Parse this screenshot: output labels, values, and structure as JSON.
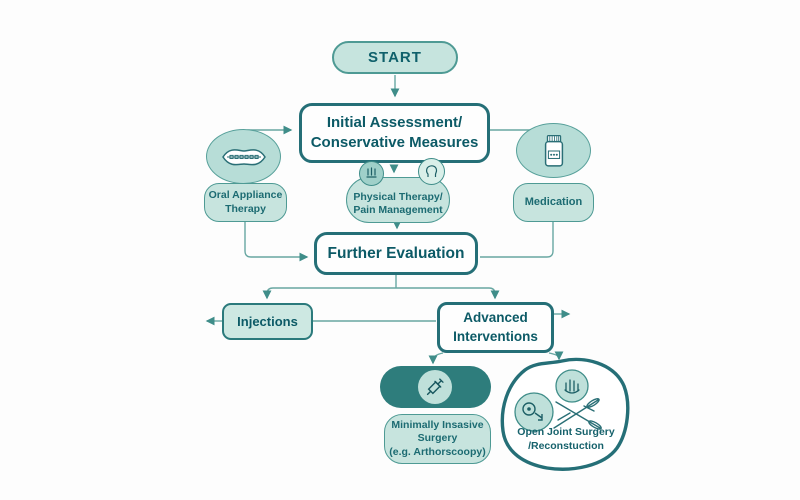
{
  "flowchart": {
    "nodes": {
      "start": "START",
      "initial_assessment": "Initial Assessment/\nConservative Measures",
      "oral_appliance_therapy": "Oral Appliance\nTherapy",
      "physical_therapy": "Physical Therapy/\nPain Management",
      "medication": "Medication",
      "further_evaluation": "Further Evaluation",
      "injections": "Injections",
      "advanced_interventions": "Advanced\nInterventions",
      "minimally_invasive_surgery": "Minimally Insasive\nSurgery\n(e.g. Arthorscoopy)",
      "open_joint_surgery": "Open Joint Surgery\n/Reconstuction"
    },
    "icons": {
      "oral_appliance": "mouth-braces-icon",
      "physical_therapy_left": "exercise-equipment-icon",
      "physical_therapy_right": "head-jaw-icon",
      "medication": "medicine-bottle-icon",
      "minimally_invasive": "syringe-icon",
      "open_joint_top": "hand-icon",
      "open_joint_left": "joint-prosthesis-icon",
      "open_joint_center": "crossed-surgical-tools-icon"
    },
    "colors": {
      "background": "#fdfdfd",
      "node_fill_light": "#c7e4de",
      "ellipse_fill": "#b7ddd7",
      "node_fill_dark": "#2e7d7c",
      "border_dark": "#256f77",
      "border_medium": "#4e9a94",
      "text_dark": "#0c5a66",
      "connector": "#68a7a2",
      "arrowhead": "#3f8d89"
    }
  }
}
